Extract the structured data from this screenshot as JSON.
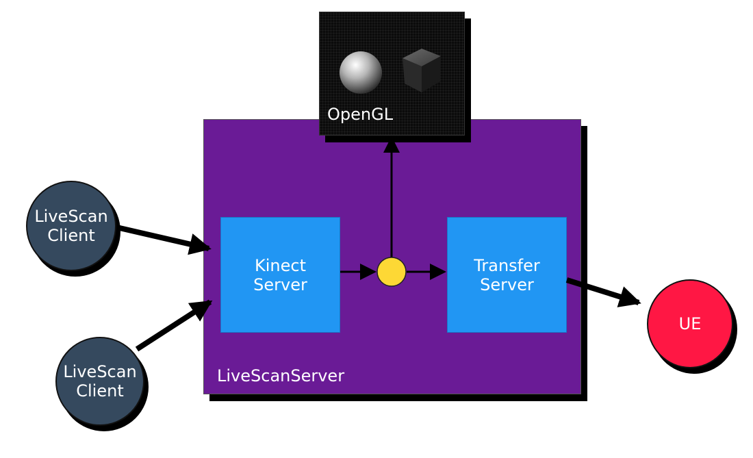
{
  "server": {
    "label": "LiveScanServer"
  },
  "kinect": {
    "line1": "Kinect",
    "line2": "Server"
  },
  "transfer": {
    "line1": "Transfer",
    "line2": "Server"
  },
  "opengl": {
    "label": "OpenGL"
  },
  "clients": [
    {
      "line1": "LiveScan",
      "line2": "Client"
    },
    {
      "line1": "LiveScan",
      "line2": "Client"
    }
  ],
  "ue": {
    "label": "UE"
  },
  "colors": {
    "server": "#6a1b96",
    "component": "#2196f3",
    "client": "#35495e",
    "ue": "#ff1744",
    "junction": "#fdd835"
  }
}
